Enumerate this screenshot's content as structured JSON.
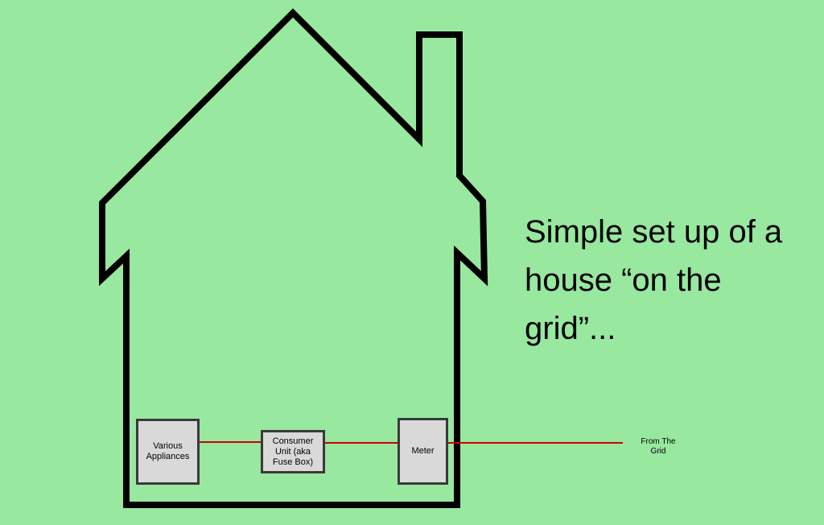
{
  "caption": "Simple set up of a house “on the grid”...",
  "boxes": {
    "appliances": "Various\nAppliances",
    "consumer_unit": "Consumer\nUnit (aka\nFuse Box)",
    "meter": "Meter"
  },
  "grid_label": "From The\nGrid",
  "colors": {
    "background": "#98e8a0",
    "outline": "#000000",
    "wire": "#cc0000",
    "box_fill": "#d9d9d9"
  }
}
